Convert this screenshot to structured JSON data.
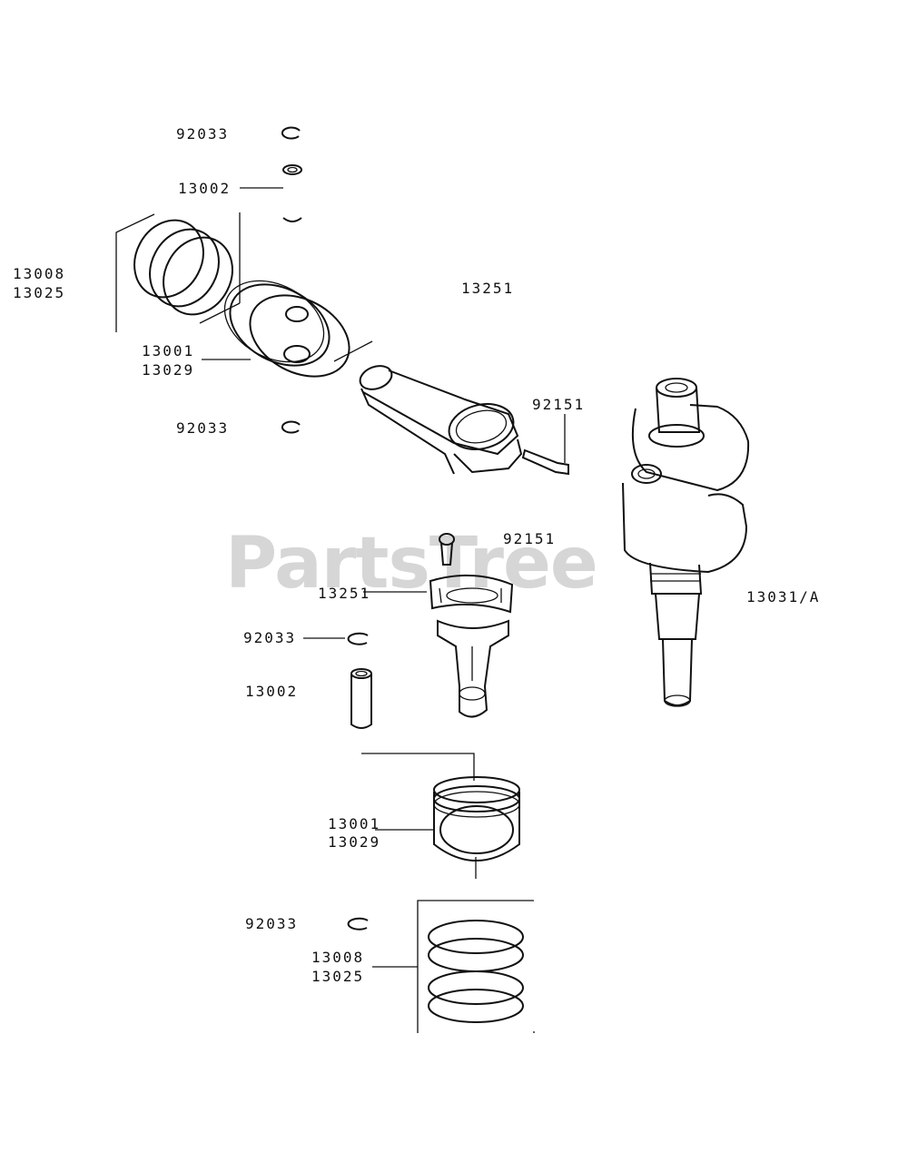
{
  "watermark": "PartsTree",
  "callouts": {
    "snap_ring_top": "92033",
    "pin_top": "13002",
    "rings_top_a": "13008",
    "rings_top_b": "13025",
    "rod_top": "13251",
    "piston_top_a": "13001",
    "piston_top_b": "13029",
    "snap_ring_mid": "92033",
    "bolt_top": "92151",
    "bolt_mid": "92151",
    "rod_mid": "13251",
    "crankshaft": "13031/A",
    "snap_ring_lower": "92033",
    "pin_lower": "13002",
    "piston_lower_a": "13001",
    "piston_lower_b": "13029",
    "snap_ring_bottom": "92033",
    "rings_bottom_a": "13008",
    "rings_bottom_b": "13025"
  }
}
